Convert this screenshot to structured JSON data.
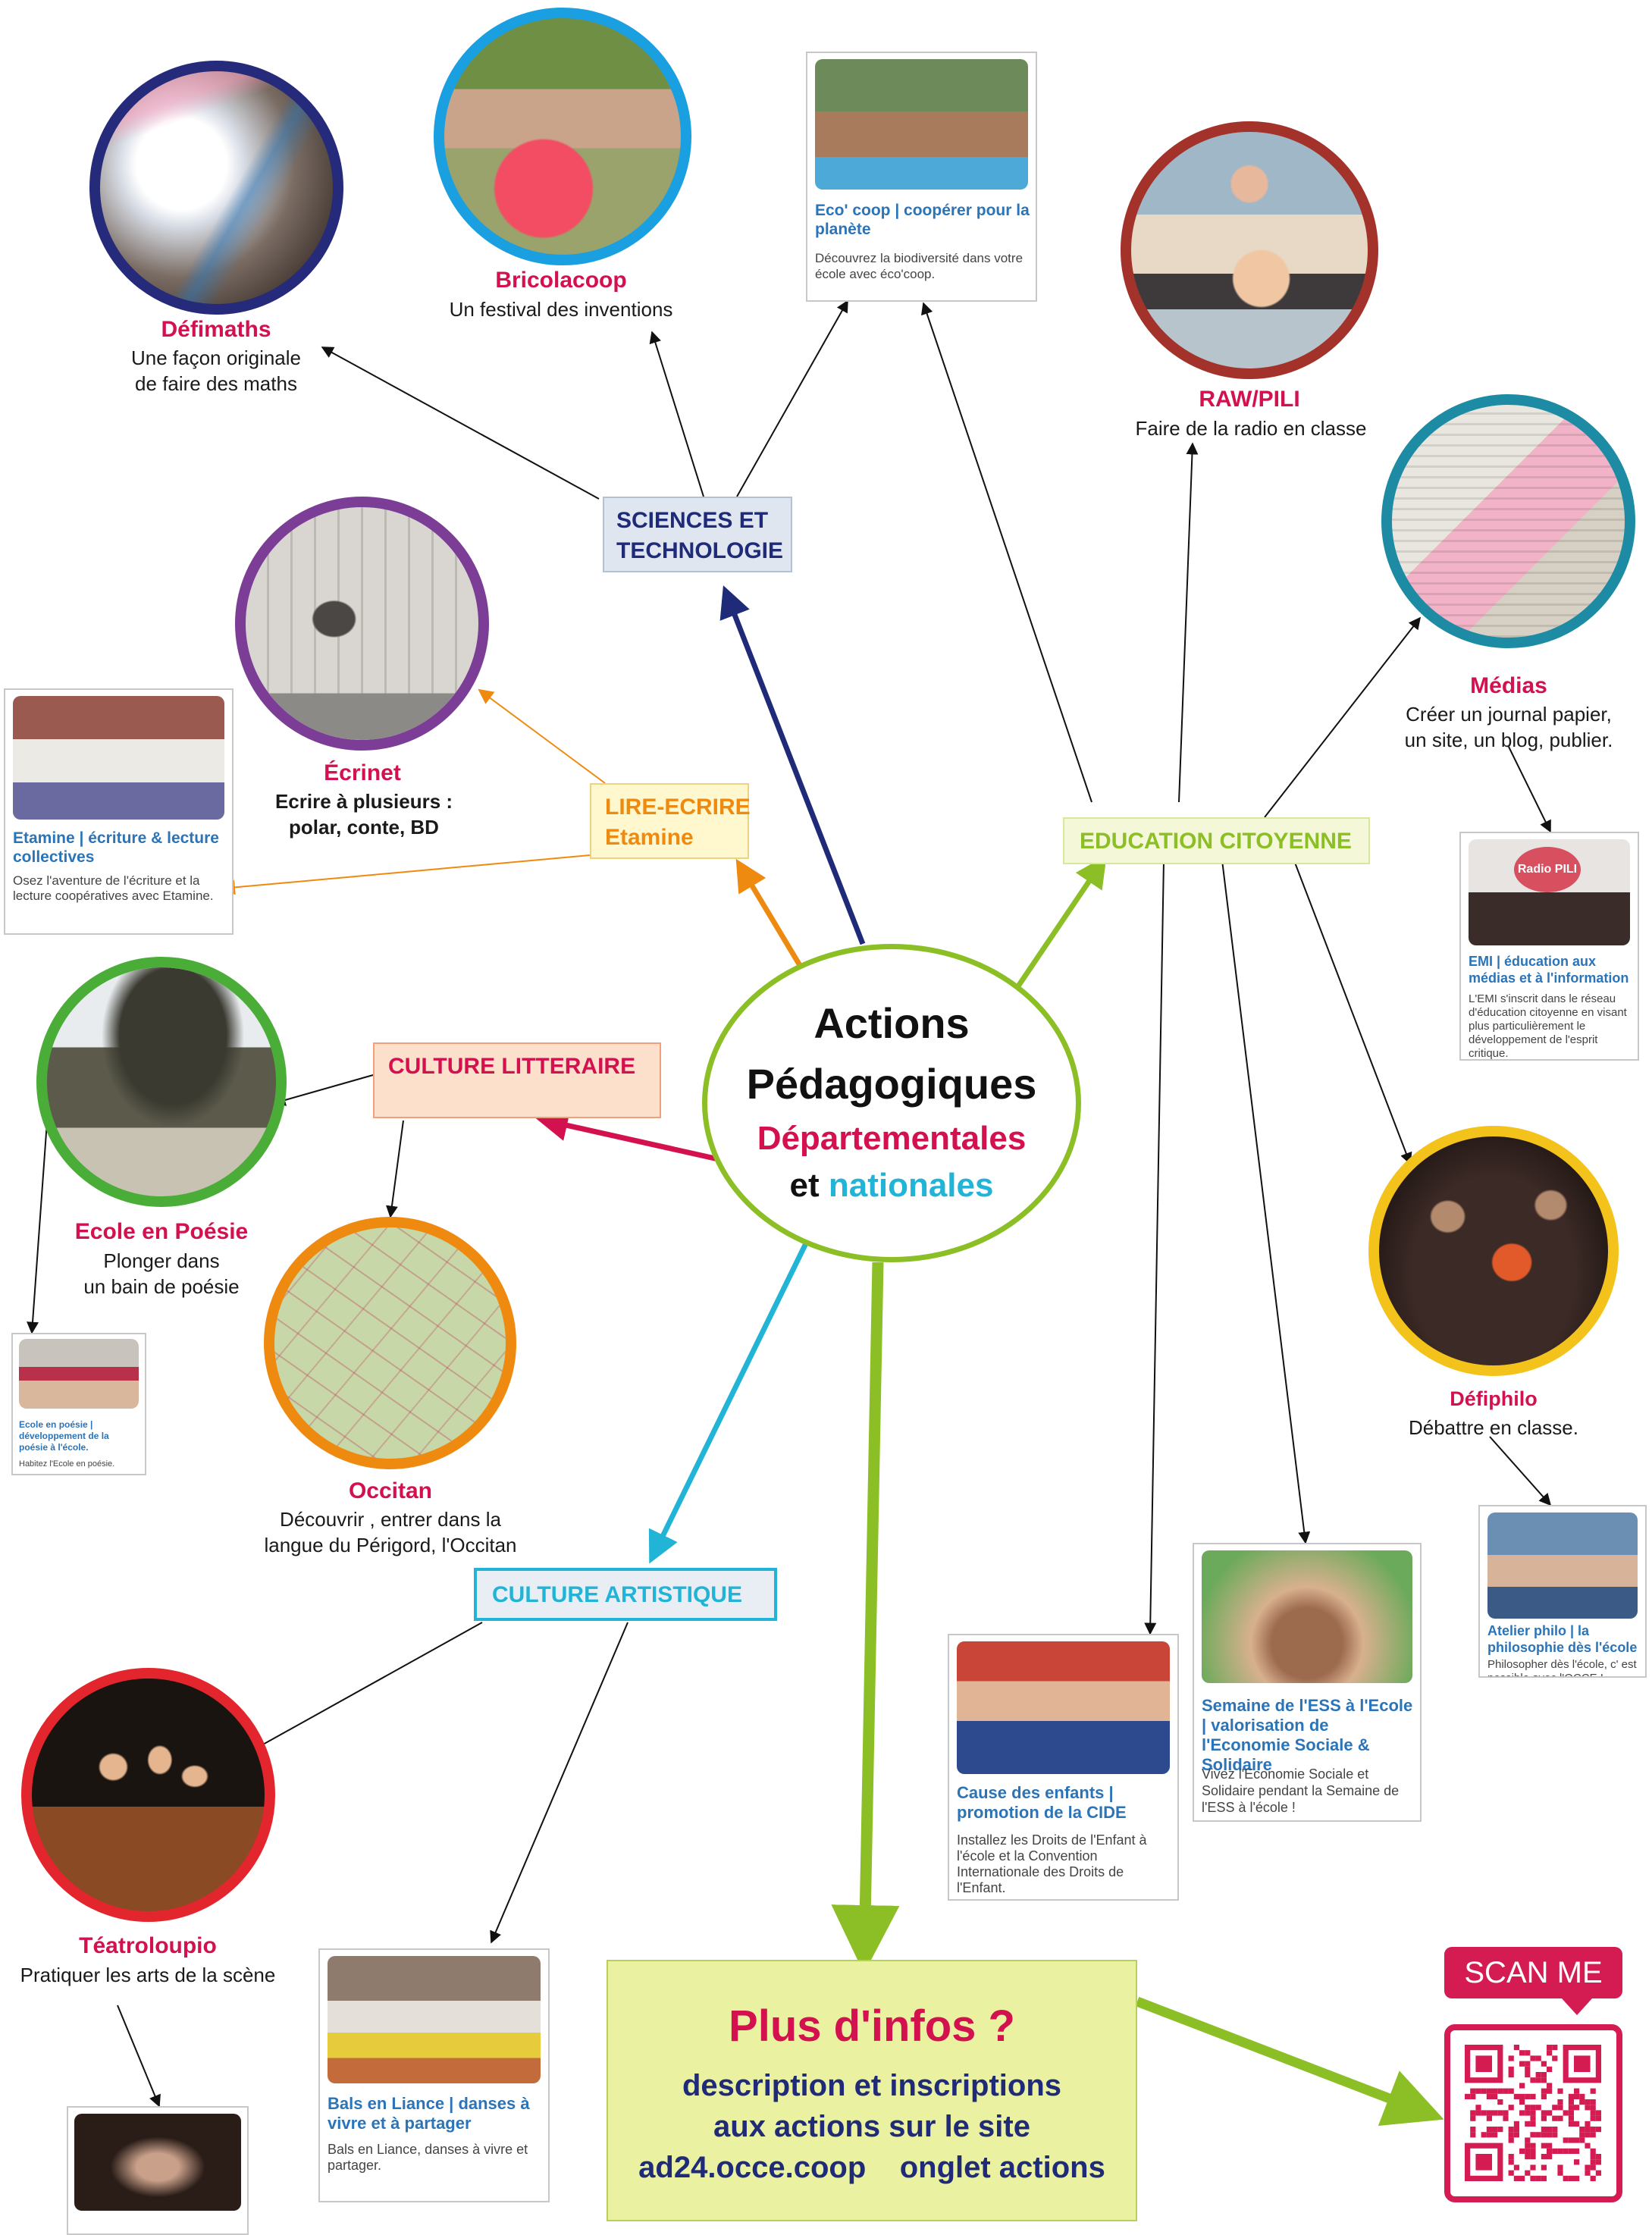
{
  "center": {
    "line1": "Actions",
    "line2": "Pédagogiques",
    "line3": "Départementales",
    "line4_a": "et",
    "line4_b": "nationales"
  },
  "categories": {
    "sciences_l1": "SCIENCES ET",
    "sciences_l2": "TECHNOLOGIE",
    "lire_l1": "LIRE-ECRIRE",
    "lire_l2": "Etamine",
    "culture_litteraire": "CULTURE LITTERAIRE",
    "culture_artistique": "CULTURE ARTISTIQUE",
    "education_citoyenne": "EDUCATION CITOYENNE"
  },
  "actions": {
    "defimaths": {
      "title": "Défimaths",
      "l1": "Une façon originale",
      "l2": "de faire des maths"
    },
    "bricolacoop": {
      "title": "Bricolacoop",
      "l1": "Un festival des inventions"
    },
    "rawpili": {
      "title": "RAW/PILI",
      "l1": "Faire de la radio en classe"
    },
    "medias": {
      "title": "Médias",
      "l1": "Créer un journal papier,",
      "l2": "un site, un blog, publier."
    },
    "ecrinet": {
      "title": "Écrinet",
      "l1": "Ecrire à plusieurs :",
      "l2": "polar, conte, BD"
    },
    "ecole_poesie": {
      "title": "Ecole en Poésie",
      "l1": "Plonger dans",
      "l2": "un bain de poésie"
    },
    "occitan": {
      "title": "Occitan",
      "l1": "Découvrir , entrer dans la",
      "l2": "langue du Périgord, l'Occitan"
    },
    "defiphilo": {
      "title": "Défiphilo",
      "l1": "Débattre en classe."
    },
    "teatroloupio": {
      "title": "Téatroloupio",
      "l1": "Pratiquer les arts de la scène"
    }
  },
  "cards": {
    "ecocoop": {
      "title": "Eco' coop | coopérer pour la planète",
      "text": "Découvrez la biodiversité dans votre école avec éco'coop."
    },
    "etamine": {
      "title": "Etamine | écriture & lecture collectives",
      "text": "Osez l'aventure de l'écriture et la lecture coopératives avec Etamine."
    },
    "emi": {
      "title": "EMI | éducation aux médias et à l'information",
      "text": "L'EMI s'inscrit dans le réseau d'éducation citoyenne en visant plus particulièrement le développement de l'esprit critique.",
      "badge": "Radio PILI"
    },
    "poesie": {
      "title": "Ecole en poésie | développement de la poésie à l'école.",
      "text": "Habitez l'Ecole en poésie."
    },
    "philo": {
      "title": "Atelier philo | la philosophie dès l'école",
      "text": "Philosopher dès l'école, c' est possible avec l'OCCE !"
    },
    "ess": {
      "title": "Semaine de l'ESS à l'Ecole | valorisation de l'Economie Sociale & Solidaire",
      "text": "Vivez l'Economie Sociale et Solidaire  pendant la Semaine de l'ESS à l'école !"
    },
    "cide": {
      "title": "Cause des enfants | promotion de la CIDE",
      "text": "Installez les Droits de l'Enfant à l'école et la Convention Internationale des Droits de l'Enfant."
    },
    "bals": {
      "title": "Bals en Liance | danses à vivre et à partager",
      "text": "Bals en Liance, danses à vivre et partager."
    }
  },
  "info": {
    "title": "Plus d'infos ?",
    "l1": "description et inscriptions",
    "l2": "aux  actions sur le site",
    "l3": "ad24.occe.coop    onglet actions"
  },
  "qr": {
    "label": "SCAN ME"
  },
  "colors": {
    "magenta": "#d3114f",
    "navy": "#1f2a78",
    "green": "#8cbf26",
    "orange": "#ef8a11",
    "cyan": "#22b4d6",
    "red": "#e3215f",
    "link": "#2b74b8"
  }
}
